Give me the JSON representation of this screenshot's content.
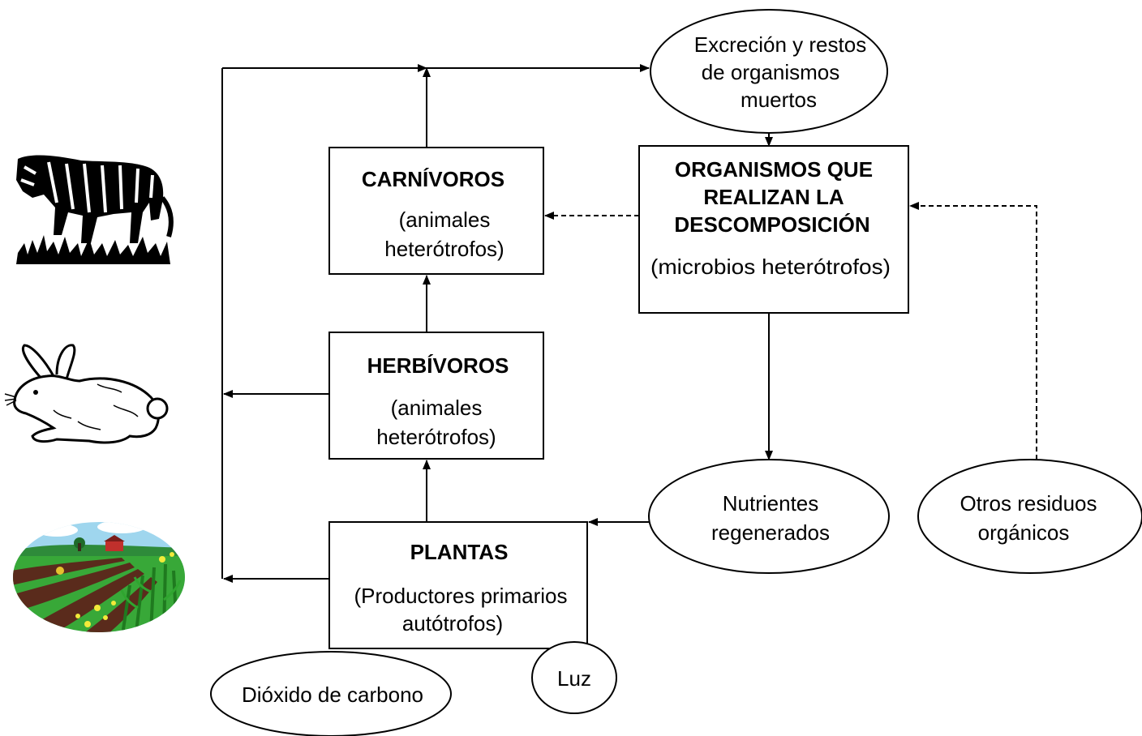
{
  "nodes": {
    "carnivoros": {
      "title": "CARNÍVOROS",
      "sub": [
        "(animales",
        "heterótrofos)"
      ]
    },
    "herbivoros": {
      "title": "HERBÍVOROS",
      "sub": [
        "(animales",
        "heterótrofos)"
      ]
    },
    "plantas": {
      "title": "PLANTAS",
      "sub": [
        "(Productores primarios",
        "autótrofos)"
      ]
    },
    "descomposicion": {
      "title": [
        "ORGANISMOS QUE",
        "REALIZAN LA",
        "DESCOMPOSICIÓN"
      ],
      "sub": "(microbios heterótrofos)"
    },
    "excrecion": {
      "lines": [
        "Excreción y restos",
        "de organismos",
        "muertos"
      ]
    },
    "nutrientes": {
      "lines": [
        "Nutrientes",
        "regenerados"
      ]
    },
    "otros_residuos": {
      "lines": [
        "Otros residuos",
        "orgánicos"
      ]
    },
    "dioxido": {
      "label": "Dióxido de carbono"
    },
    "luz": {
      "label": "Luz"
    }
  },
  "illustrations": [
    {
      "name": "tiger-illustration"
    },
    {
      "name": "rabbit-illustration"
    },
    {
      "name": "farm-field-illustration"
    }
  ],
  "colors": {
    "line": "#000000",
    "background": "#ffffff",
    "sky": "#9fd6ee",
    "grass": "#38a838",
    "soil": "#5a2b1c",
    "flower": "#f2ea3a"
  }
}
